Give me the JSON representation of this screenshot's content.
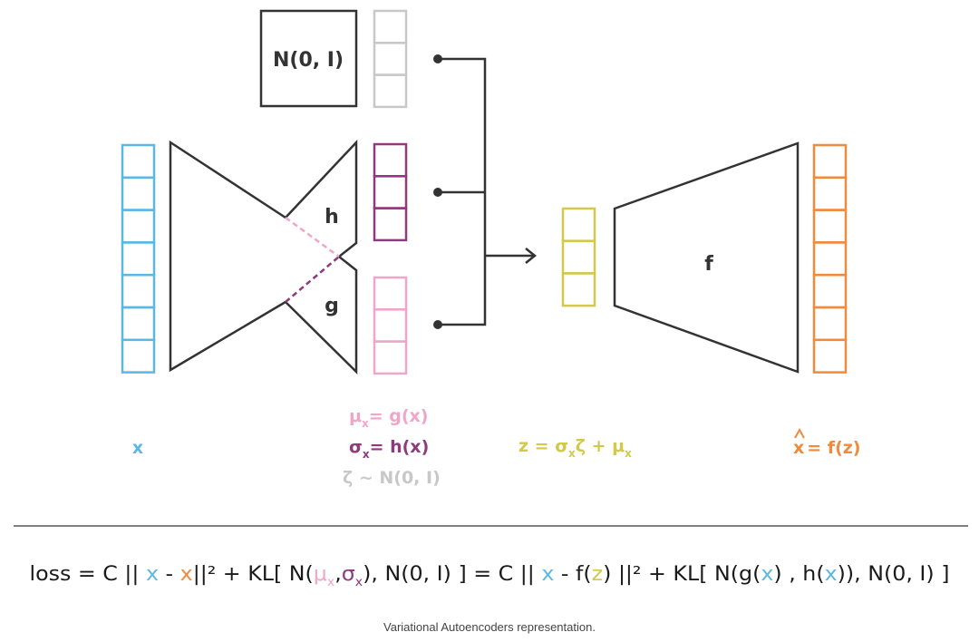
{
  "colors": {
    "x": "#5BB8E6",
    "mu": "#EFA6C8",
    "sigma": "#8E3A7C",
    "noise": "#C8C8C8",
    "z": "#D2C94A",
    "xhat": "#F08A3C",
    "line": "#333333"
  },
  "nodes": {
    "normal_box": "N(0, I)",
    "h": "h",
    "g": "g",
    "f": "f"
  },
  "labels": {
    "x": "x",
    "mu_eq": "= g(x)",
    "sigma_eq": "= h(x)",
    "zeta_eq": "ζ ~ N(0, I)",
    "z_eq": "z = σ",
    "z_eq_mid": "ζ + μ",
    "sub_x": "x",
    "mu_sym": "μ",
    "sigma_sym": "σ",
    "xhat_eq": "= f(z)"
  },
  "loss": {
    "p1": "loss  =  C || ",
    "x1": "x",
    "p2": " - ",
    "xhat": "x",
    "p3": "||² + KL[ N(",
    "mu": "μ",
    "sub1": "x",
    "comma": ",",
    "sigma": "σ",
    "sub2": "x",
    "p4": "), N(0, I) ]  =  C || ",
    "x2": "x",
    "p5": " - f(",
    "z": "z",
    "p6": ") ||² + KL[ N(g(",
    "x3": "x",
    "p7": ") , h(",
    "x4": "x",
    "p8": ")), N(0, I) ]"
  },
  "caption": "Variational Autoencoders representation."
}
